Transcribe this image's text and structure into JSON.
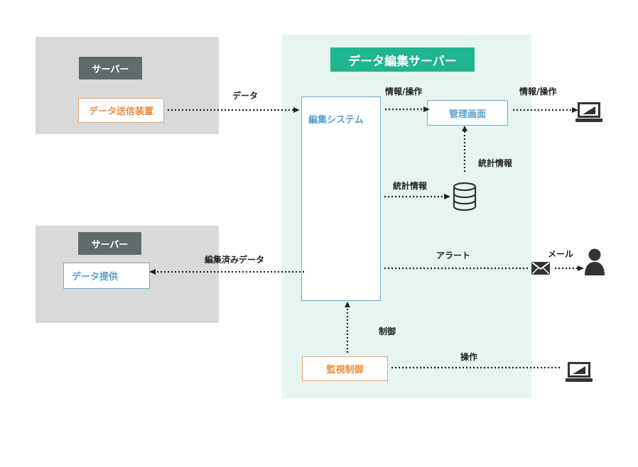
{
  "left_top_server": {
    "title": "サーバー",
    "device": "データ送信装置"
  },
  "left_bottom_server": {
    "title": "サーバー",
    "device": "データ提供"
  },
  "main_server": {
    "title": "データ編集サーバー",
    "edit_system": "編集システム",
    "admin_screen": "管理画面",
    "monitor_control": "監視制御"
  },
  "edge_labels": {
    "data": "データ",
    "info_op_internal": "情報/操作",
    "info_op_external": "情報/操作",
    "stats_db_to_admin": "統計情報",
    "stats_edit_to_db": "統計情報",
    "edited_data": "編集済みデータ",
    "alert": "アラート",
    "mail": "メール",
    "control": "制御",
    "operation": "操作"
  },
  "icons": [
    "laptop-icon",
    "database-icon",
    "mail-icon",
    "person-icon",
    "laptop-icon"
  ],
  "colors": {
    "accent_green": "#1fb592",
    "orange": "#f08c3c",
    "blue": "#5aa0cc",
    "gray_panel": "#d9d9d9"
  }
}
